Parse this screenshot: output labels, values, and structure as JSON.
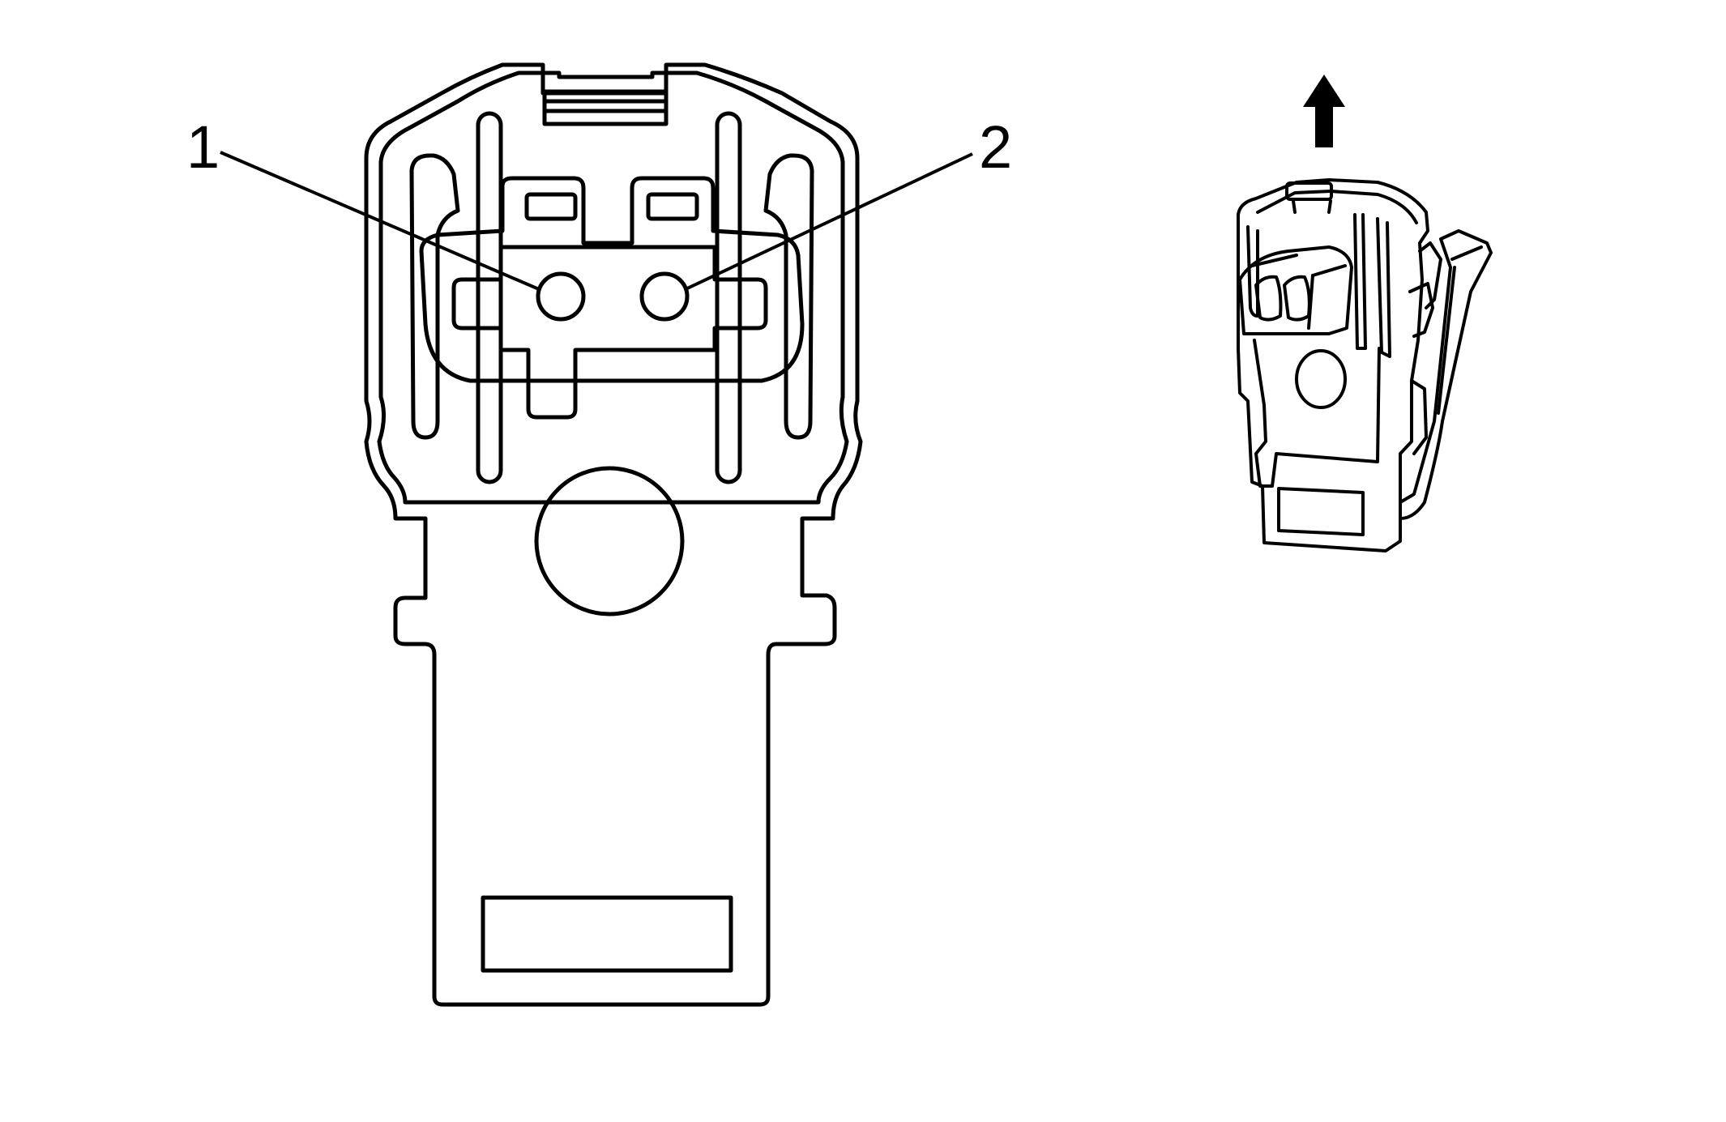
{
  "diagram": {
    "colors": {
      "line": "#000000",
      "background": "#ffffff"
    },
    "callouts": [
      {
        "label": "1",
        "points_to": "terminal-1"
      },
      {
        "label": "2",
        "points_to": "terminal-2"
      }
    ],
    "icons": [
      "connector-face-view",
      "connector-perspective-view",
      "up-arrow-icon"
    ]
  }
}
